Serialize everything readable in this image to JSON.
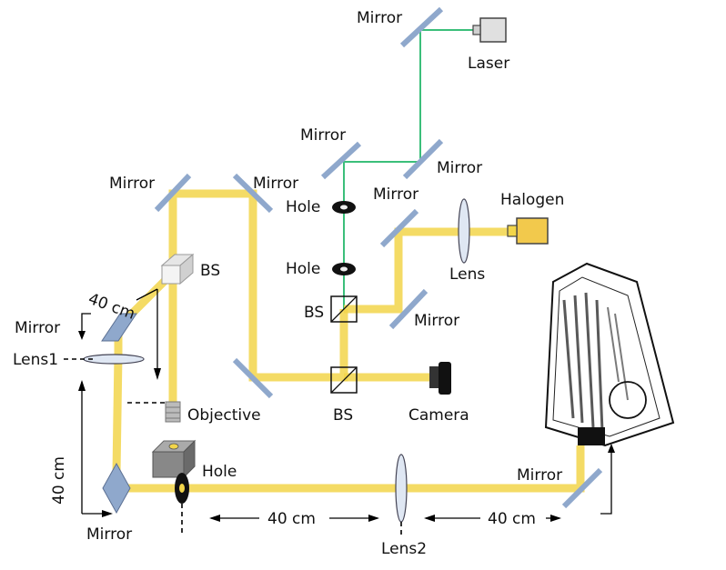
{
  "labels": {
    "mirror_top": "Mirror",
    "laser": "Laser",
    "mirror_green_left": "Mirror",
    "mirror_green_right": "Mirror",
    "mirror_topleft": "Mirror",
    "mirror_topmid": "Mirror",
    "hole_top": "Hole",
    "hole_mid": "Hole",
    "mirror_halogen": "Mirror",
    "halogen": "Halogen",
    "lens_halogen": "Lens",
    "bs_upper": "BS",
    "bs_top": "BS",
    "mirror_right_bs": "Mirror",
    "bs_bottom": "BS",
    "camera": "Camera",
    "dist_diag": "40 cm",
    "mirror_left": "Mirror",
    "lens1": "Lens1",
    "objective": "Objective",
    "hole_bottom": "Hole",
    "dist_vertical": "40 cm",
    "mirror_bottom_left": "Mirror",
    "dist_bottom_left": "40 cm",
    "lens2": "Lens2",
    "dist_bottom_right": "40 cm",
    "mirror_bottom_right": "Mirror"
  },
  "colors": {
    "beam_yellow": "#f2d54a",
    "beam_green": "#3bbf7a",
    "mirror": "#8fa8cc"
  }
}
